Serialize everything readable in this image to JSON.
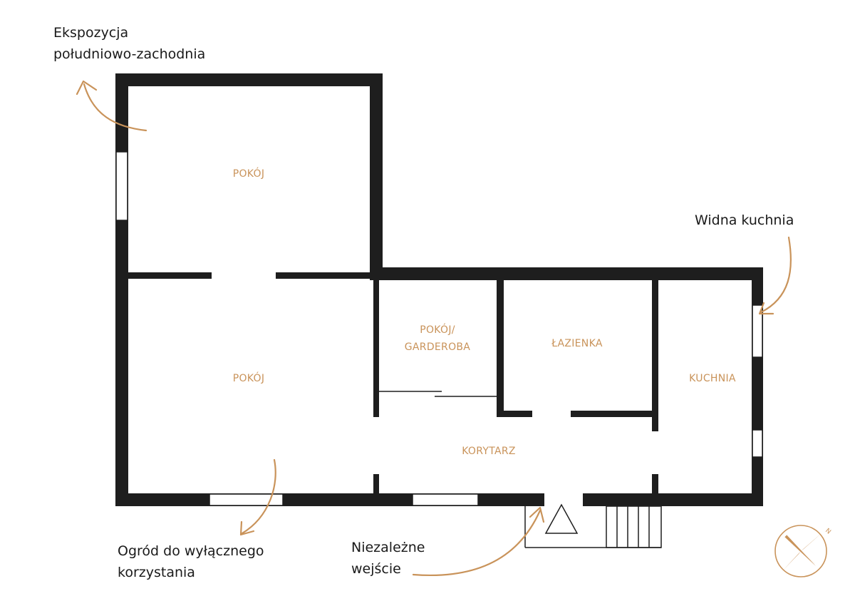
{
  "colors": {
    "wall": "#1e1e1e",
    "accent": "#c9935a",
    "text": "#1a1a1a",
    "background": "#ffffff"
  },
  "rooms": {
    "pokoj_top": "POKÓJ",
    "pokoj_bottom": "POKÓJ",
    "garderoba_line1": "POKÓJ/",
    "garderoba_line2": "GARDEROBA",
    "lazienka": "ŁAZIENKA",
    "kuchnia": "KUCHNIA",
    "korytarz": "KORYTARZ"
  },
  "notes": {
    "exposure_line1": "Ekspozycja",
    "exposure_line2": "południowo-zachodnia",
    "kitchen": "Widna kuchnia",
    "garden_line1": "Ogród do wyłącznego",
    "garden_line2": "korzystania",
    "entrance_line1": "Niezależne",
    "entrance_line2": "wejście"
  },
  "compass": {
    "north_label": "N",
    "icon": "compass-icon"
  }
}
